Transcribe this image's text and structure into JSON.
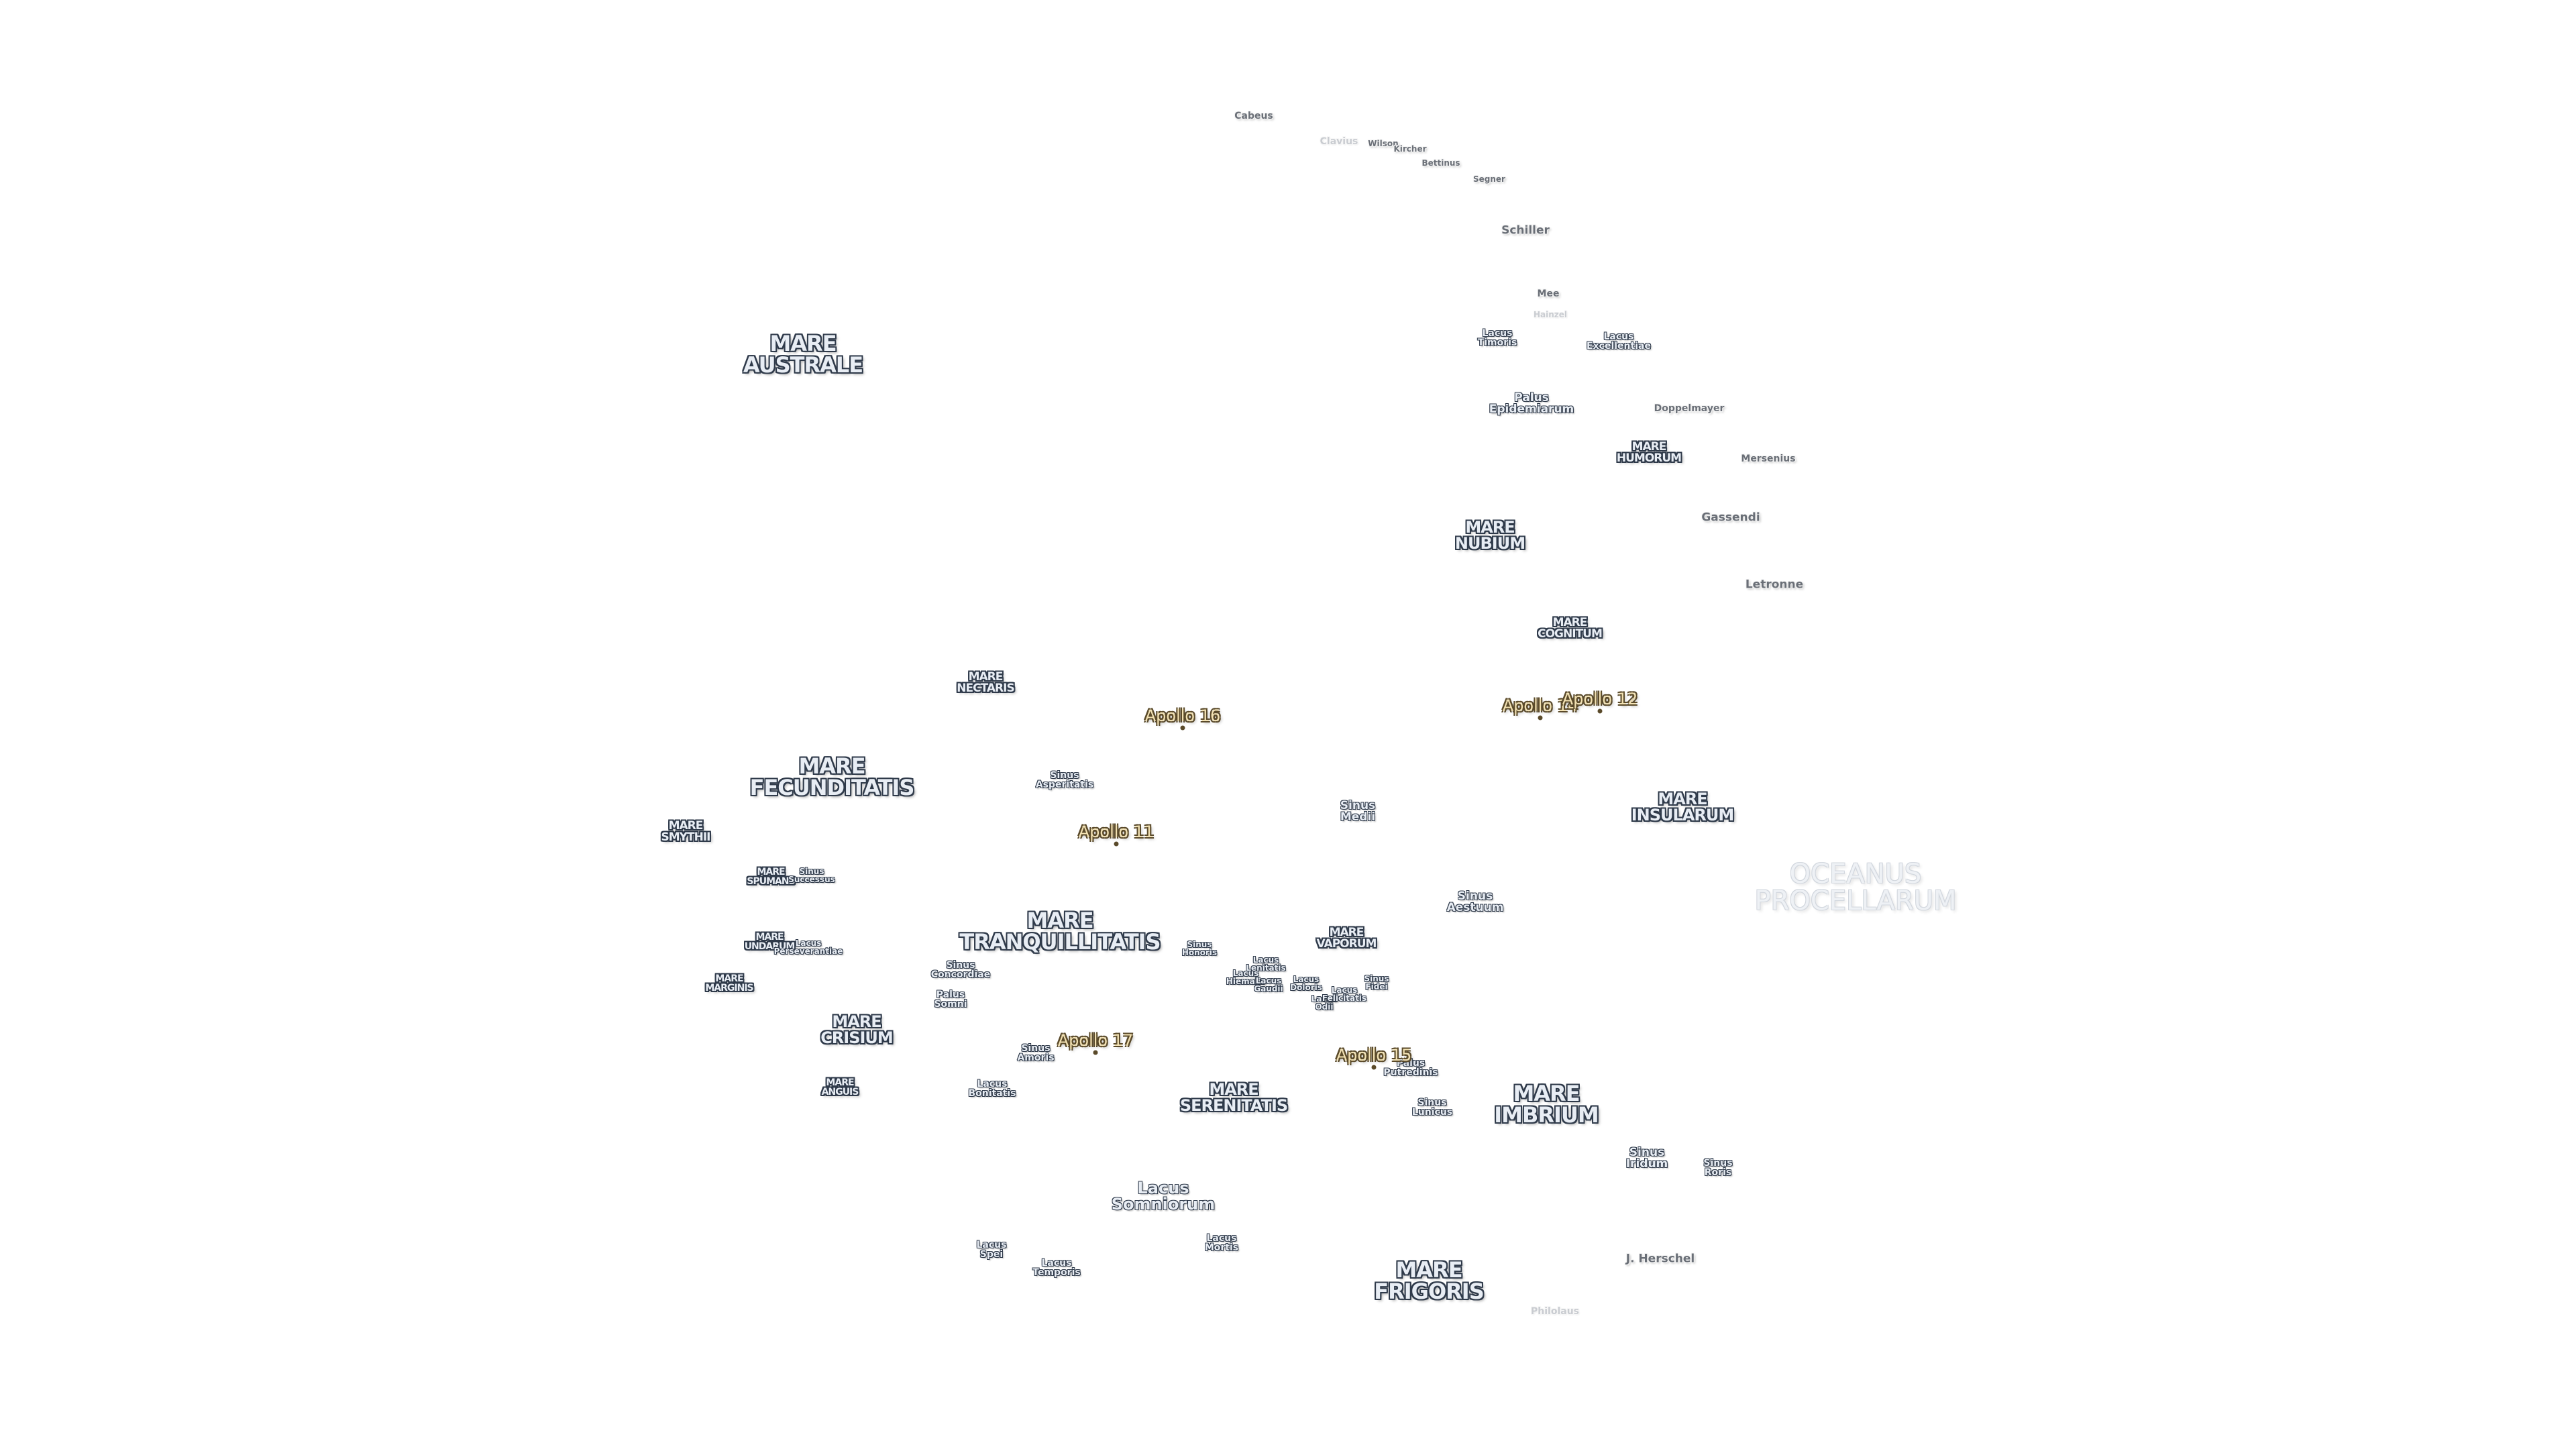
{
  "maria": [
    {
      "id": "australe",
      "lines": [
        "MARE",
        "AUSTRALE"
      ],
      "size": "l"
    },
    {
      "id": "nubium",
      "lines": [
        "MARE",
        "NUBIUM"
      ],
      "size": "m"
    },
    {
      "id": "humorum",
      "lines": [
        "MARE",
        "HUMORUM"
      ],
      "size": "s"
    },
    {
      "id": "cognitum",
      "lines": [
        "MARE",
        "COGNITUM"
      ],
      "size": "s"
    },
    {
      "id": "nectaris",
      "lines": [
        "MARE",
        "NECTARIS"
      ],
      "size": "s"
    },
    {
      "id": "fecunditatis",
      "lines": [
        "MARE",
        "FECUNDITATIS"
      ],
      "size": "l"
    },
    {
      "id": "smythii",
      "lines": [
        "MARE",
        "SMYTHII"
      ],
      "size": "s"
    },
    {
      "id": "insularum",
      "lines": [
        "MARE",
        "INSULARUM"
      ],
      "size": "m"
    },
    {
      "id": "spumans",
      "lines": [
        "MARE",
        "SPUMANS"
      ],
      "size": "xs"
    },
    {
      "id": "undarum",
      "lines": [
        "MARE",
        "UNDARUM"
      ],
      "size": "xs"
    },
    {
      "id": "marginis",
      "lines": [
        "MARE",
        "MARGINIS"
      ],
      "size": "xs"
    },
    {
      "id": "tranquillitatis",
      "lines": [
        "MARE",
        "TRANQUILLITATIS"
      ],
      "size": "l"
    },
    {
      "id": "vaporum",
      "lines": [
        "MARE",
        "VAPORUM"
      ],
      "size": "s"
    },
    {
      "id": "crisium",
      "lines": [
        "MARE",
        "CRISIUM"
      ],
      "size": "m"
    },
    {
      "id": "anguis",
      "lines": [
        "MARE",
        "ANGUIS"
      ],
      "size": "xs"
    },
    {
      "id": "serenitatis",
      "lines": [
        "MARE",
        "SERENITATIS"
      ],
      "size": "m"
    },
    {
      "id": "imbrium",
      "lines": [
        "MARE",
        "IMBRIUM"
      ],
      "size": "l"
    },
    {
      "id": "frigoris",
      "lines": [
        "MARE",
        "FRIGORIS"
      ],
      "size": "l"
    }
  ],
  "small_features": [
    {
      "id": "lacus-timoris",
      "lines": [
        "Lacus",
        "Timoris"
      ],
      "size": "xs"
    },
    {
      "id": "lacus-excellentiae",
      "lines": [
        "Lacus",
        "Excellentiae"
      ],
      "size": "xs"
    },
    {
      "id": "palus-epidemiarum",
      "lines": [
        "Palus",
        "Epidemiarum"
      ],
      "size": "s"
    },
    {
      "id": "sinus-asperitatis",
      "lines": [
        "Sinus",
        "Asperitatis"
      ],
      "size": "xs"
    },
    {
      "id": "sinus-medii",
      "lines": [
        "Sinus",
        "Medii"
      ],
      "size": "s"
    },
    {
      "id": "sinus-successus",
      "lines": [
        "Sinus",
        "Successus"
      ],
      "size": "xxs"
    },
    {
      "id": "sinus-aestuum",
      "lines": [
        "Sinus",
        "Aestuum"
      ],
      "size": "s"
    },
    {
      "id": "lacus-perseverantiae",
      "lines": [
        "Lacus",
        "Perseverantiae"
      ],
      "size": "xxs"
    },
    {
      "id": "sinus-honoris",
      "lines": [
        "Sinus",
        "Honoris"
      ],
      "size": "xxs"
    },
    {
      "id": "sinus-concordiae",
      "lines": [
        "Sinus",
        "Concordiae"
      ],
      "size": "xs"
    },
    {
      "id": "lacus-lenitatis",
      "lines": [
        "Lacus",
        "Lenitatis"
      ],
      "size": "xxs"
    },
    {
      "id": "lacus-hiemalis",
      "lines": [
        "Lacus",
        "Hiemalis"
      ],
      "size": "xxs"
    },
    {
      "id": "lacus-gaudii",
      "lines": [
        "Lacus",
        "Gaudii"
      ],
      "size": "xxs"
    },
    {
      "id": "lacus-doloris",
      "lines": [
        "Lacus",
        "Doloris"
      ],
      "size": "xxs"
    },
    {
      "id": "lacus-odii",
      "lines": [
        "Lacus",
        "Odii"
      ],
      "size": "xxs"
    },
    {
      "id": "lacus-felicitatis",
      "lines": [
        "Lacus",
        "Felicitatis"
      ],
      "size": "xxs"
    },
    {
      "id": "sinus-fidei",
      "lines": [
        "Sinus",
        "Fidei"
      ],
      "size": "xxs"
    },
    {
      "id": "palus-somni",
      "lines": [
        "Palus",
        "Somni"
      ],
      "size": "xs"
    },
    {
      "id": "sinus-amoris",
      "lines": [
        "Sinus",
        "Amoris"
      ],
      "size": "xs"
    },
    {
      "id": "palus-putredinis",
      "lines": [
        "Palus",
        "Putredinis"
      ],
      "size": "xs"
    },
    {
      "id": "lacus-bonitatis",
      "lines": [
        "Lacus",
        "Bonitatis"
      ],
      "size": "xs"
    },
    {
      "id": "sinus-lunicus",
      "lines": [
        "Sinus",
        "Lunicus"
      ],
      "size": "xs"
    },
    {
      "id": "sinus-iridum",
      "lines": [
        "Sinus",
        "Iridum"
      ],
      "size": "s"
    },
    {
      "id": "sinus-roris",
      "lines": [
        "Sinus",
        "Roris"
      ],
      "size": "xs"
    },
    {
      "id": "lacus-somniorum",
      "lines": [
        "Lacus",
        "Somniorum"
      ],
      "size": "m"
    },
    {
      "id": "lacus-mortis",
      "lines": [
        "Lacus",
        "Mortis"
      ],
      "size": "xs"
    },
    {
      "id": "lacus-spei",
      "lines": [
        "Lacus",
        "Spei"
      ],
      "size": "xs"
    },
    {
      "id": "lacus-temporis",
      "lines": [
        "Lacus",
        "Temporis"
      ],
      "size": "xs"
    }
  ],
  "craters": [
    {
      "id": "cabeus",
      "lines": [
        "Cabeus"
      ],
      "size": "xs",
      "faint": false
    },
    {
      "id": "clavius",
      "lines": [
        "Clavius"
      ],
      "size": "xs",
      "faint": true
    },
    {
      "id": "wilson",
      "lines": [
        "Wilson"
      ],
      "size": "xxs",
      "faint": false
    },
    {
      "id": "kircher",
      "lines": [
        "Kircher"
      ],
      "size": "xxs",
      "faint": false
    },
    {
      "id": "bettinus",
      "lines": [
        "Bettinus"
      ],
      "size": "xxs",
      "faint": false
    },
    {
      "id": "segner",
      "lines": [
        "Segner"
      ],
      "size": "xxs",
      "faint": false
    },
    {
      "id": "schiller",
      "lines": [
        "Schiller"
      ],
      "size": "s",
      "faint": false
    },
    {
      "id": "mee",
      "lines": [
        "Mee"
      ],
      "size": "xs",
      "faint": false
    },
    {
      "id": "hainzel",
      "lines": [
        "Hainzel"
      ],
      "size": "xxs",
      "faint": true
    },
    {
      "id": "doppelmayer",
      "lines": [
        "Doppelmayer"
      ],
      "size": "xs",
      "faint": false
    },
    {
      "id": "mersenius",
      "lines": [
        "Mersenius"
      ],
      "size": "xs",
      "faint": false
    },
    {
      "id": "gassendi",
      "lines": [
        "Gassendi"
      ],
      "size": "s",
      "faint": false
    },
    {
      "id": "letronne",
      "lines": [
        "Letronne"
      ],
      "size": "s",
      "faint": false
    },
    {
      "id": "j-herschel",
      "lines": [
        "J. Herschel"
      ],
      "size": "s",
      "faint": false
    },
    {
      "id": "philolaus",
      "lines": [
        "Philolaus"
      ],
      "size": "xs",
      "faint": true
    }
  ],
  "apollo_sites": [
    {
      "id": "apollo-16",
      "label": "Apollo 16"
    },
    {
      "id": "apollo-14",
      "label": "Apollo 14"
    },
    {
      "id": "apollo-12",
      "label": "Apollo 12"
    },
    {
      "id": "apollo-11",
      "label": "Apollo 11"
    },
    {
      "id": "apollo-17",
      "label": "Apollo 17"
    },
    {
      "id": "apollo-15",
      "label": "Apollo 15"
    }
  ],
  "ocean": {
    "id": "oceanus-procellarum",
    "lines": [
      "OCEANUS",
      "PROCELLARUM"
    ]
  }
}
